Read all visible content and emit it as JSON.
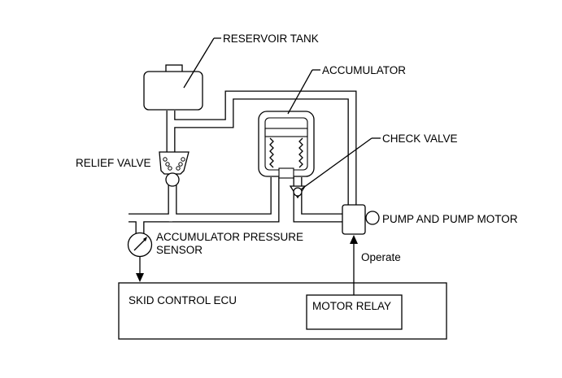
{
  "labels": {
    "reservoir_tank": "RESERVOIR TANK",
    "accumulator": "ACCUMULATOR",
    "check_valve": "CHECK VALVE",
    "relief_valve": "RELIEF VALVE",
    "accumulator_pressure_sensor_line1": "ACCUMULATOR PRESSURE",
    "accumulator_pressure_sensor_line2": "SENSOR",
    "pump_and_pump_motor": "PUMP AND PUMP MOTOR",
    "operate": "Operate",
    "skid_control_ecu": "SKID CONTROL ECU",
    "motor_relay": "MOTOR RELAY"
  }
}
